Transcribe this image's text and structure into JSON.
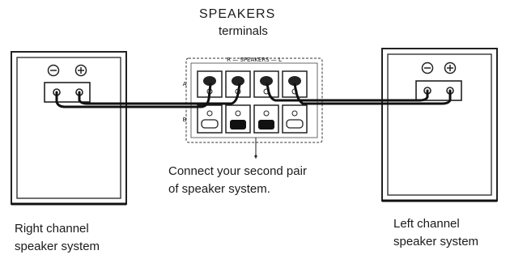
{
  "title": "SPEAKERS",
  "subtitle": "terminals",
  "panel_label": "R — SPEAKERS — L",
  "row_labels": [
    "A",
    "B"
  ],
  "instruction_line1": "Connect your second pair",
  "instruction_line2": "of speaker system.",
  "right_speaker_line1": "Right channel",
  "right_speaker_line2": "speaker system",
  "left_speaker_line1": "Left channel",
  "left_speaker_line2": "speaker system",
  "polarity_minus": "−",
  "polarity_plus": "+"
}
